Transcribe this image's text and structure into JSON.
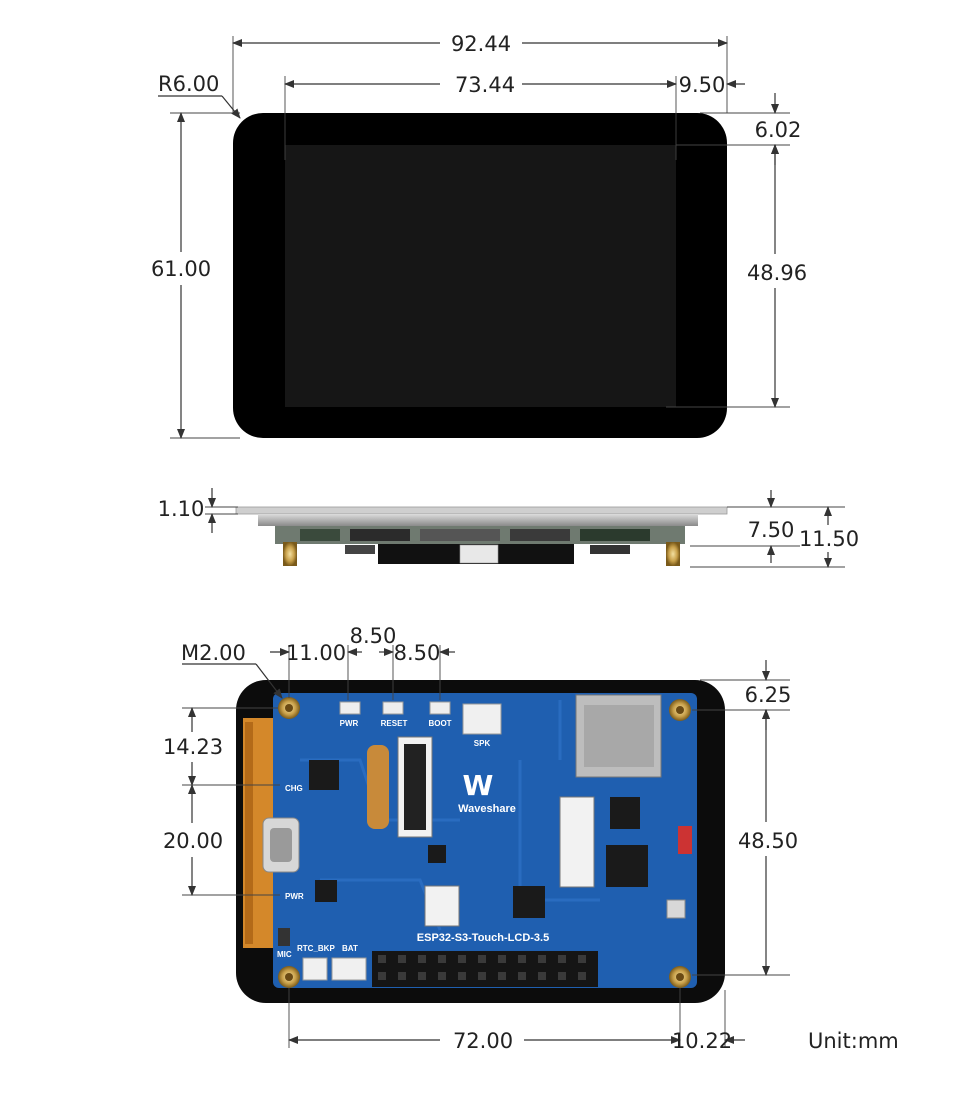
{
  "front_view": {
    "overall_width": "92.44",
    "screen_width": "73.44",
    "right_bezel": "9.50",
    "corner_radius": "R6.00",
    "overall_height": "61.00",
    "top_bezel": "6.02",
    "screen_height": "48.96"
  },
  "side_view": {
    "glass_thickness": "1.10",
    "body_thickness": "7.50",
    "total_thickness": "11.50"
  },
  "back_view": {
    "mount_hole": "M2.00",
    "button_offset": "11.00",
    "button_pitch_1": "8.50",
    "button_pitch_2": "8.50",
    "top_hole_offset": "6.25",
    "left_hole_offset": "14.23",
    "usb_spacing": "20.00",
    "hole_vertical_spacing": "48.50",
    "hole_horizontal_spacing": "72.00",
    "right_hole_offset": "10.22",
    "unit_label": "Unit:mm",
    "board_name": "ESP32-S3-Touch-LCD-3.5",
    "brand": "Waveshare",
    "brand_mark": "W",
    "silkscreen": {
      "pwr_button": "PWR",
      "reset_button": "RESET",
      "boot_button": "BOOT",
      "spk": "SPK",
      "chg": "CHG",
      "pwr": "PWR",
      "mic": "MIC",
      "rtc_bkp": "RTC_BKP",
      "bat": "BAT"
    }
  },
  "colors": {
    "panel_black": "#000000",
    "screen_dark": "#161616",
    "pcb_blue": "#1f5fb0",
    "pad_gold": "#c8a04a",
    "fpc_orange": "#d4882a"
  }
}
